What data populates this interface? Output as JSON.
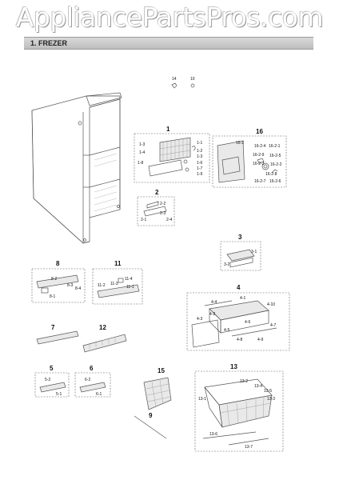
{
  "watermark": "AppliancePartsPros.com",
  "section": {
    "title": "1. FREZER"
  },
  "callouts": {
    "p14": "14",
    "p10": "10",
    "p1": "1",
    "p1_1": "1-1",
    "p1_2": "1-2",
    "p1_3": "1-3",
    "p1_3b": "1-3",
    "p1_4": "1-4",
    "p1_6": "1-6",
    "p1_7": "1-7",
    "p1_8": "1-8",
    "p1_9": "1-9",
    "p16": "16",
    "p16_2": "16-2",
    "p16_2_1": "16-2-1",
    "p16_2_2": "16-2-2",
    "p16_2_3": "16-2-3",
    "p16_2_4": "16-2-4",
    "p16_2_5": "16-2-5",
    "p16_2_6": "16-2-6",
    "p16_2_7": "16-2-7",
    "p16_2_8": "16-2-8",
    "p16_2_9": "16-2-9",
    "p2": "2",
    "p2_1": "2-1",
    "p2_2": "2-2",
    "p2_3": "2-3",
    "p2_4": "2-4",
    "p3": "3",
    "p3_1": "3-1",
    "p3_2": "3-2",
    "p8": "8",
    "p8_1": "8-1",
    "p8_2": "8-2",
    "p8_3": "8-3",
    "p8_4": "8-4",
    "p11": "11",
    "p11_1": "11-1",
    "p11_2": "11-2",
    "p11_3": "11-3",
    "p11_4": "11-4",
    "p4": "4",
    "p4_1": "4-1",
    "p4_2": "4-2",
    "p4_3": "4-3",
    "p4_4": "4-4",
    "p4_5": "4-5",
    "p4_6": "4-6",
    "p4_7": "4-7",
    "p4_8": "4-8",
    "p4_9": "4-9",
    "p4_10": "4-10",
    "p7": "7",
    "p12": "12",
    "p5": "5",
    "p5_1": "5-1",
    "p5_2": "5-2",
    "p6": "6",
    "p6_1": "6-1",
    "p6_2": "6-2",
    "p15": "15",
    "p13": "13",
    "p13_1": "13-1",
    "p13_2": "13-2",
    "p13_3": "13-3",
    "p13_4": "13-4",
    "p13_5": "13-5",
    "p13_6": "13-6",
    "p13_7": "13-7",
    "p9": "9"
  }
}
